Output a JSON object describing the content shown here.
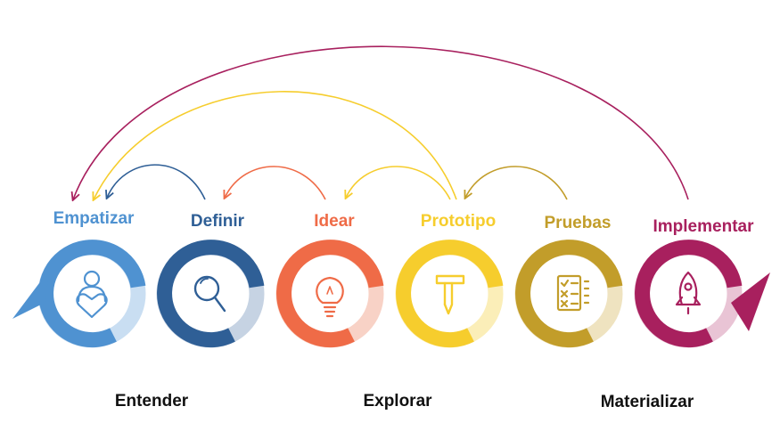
{
  "stages": [
    {
      "label": "Empatizar",
      "color": "#4f92d1",
      "icon": "heart-person-icon"
    },
    {
      "label": "Definir",
      "color": "#2f5f96",
      "icon": "magnifier-icon"
    },
    {
      "label": "Idear",
      "color": "#ef6b47",
      "icon": "lightbulb-icon"
    },
    {
      "label": "Prototipo",
      "color": "#f6cd2d",
      "icon": "hammer-pencil-icon"
    },
    {
      "label": "Pruebas",
      "color": "#c29d2a",
      "icon": "checklist-icon"
    },
    {
      "label": "Implementar",
      "color": "#a8205e",
      "icon": "rocket-icon"
    }
  ],
  "phases": [
    {
      "label": "Entender"
    },
    {
      "label": "Explorar"
    },
    {
      "label": "Materializar"
    }
  ],
  "feedback_arrows": [
    {
      "from": "Definir",
      "to": "Empatizar",
      "color": "#2f5f96"
    },
    {
      "from": "Idear",
      "to": "Definir",
      "color": "#ef6b47"
    },
    {
      "from": "Prototipo",
      "to": "Idear",
      "color": "#f6cd2d"
    },
    {
      "from": "Pruebas",
      "to": "Prototipo",
      "color": "#c29d2a"
    },
    {
      "from": "Prototipo",
      "to": "Empatizar",
      "color": "#f6cd2d"
    },
    {
      "from": "Implementar",
      "to": "Empatizar",
      "color": "#a8205e"
    }
  ]
}
